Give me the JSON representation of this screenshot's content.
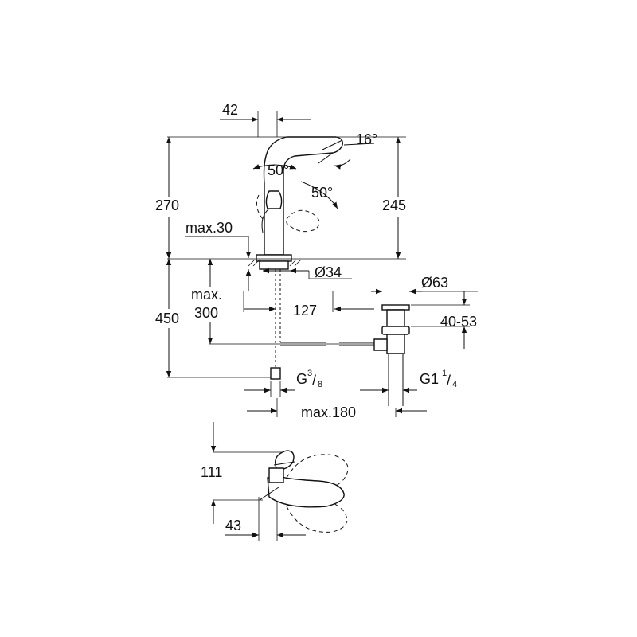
{
  "front_view": {
    "spout_offset": "42",
    "spout_angle": "16°",
    "lever_angle_left": "50°",
    "lever_angle_right": "50°",
    "total_height": "270",
    "spout_height": "245",
    "max_deck_thickness": "max.30",
    "hole_diameter": "Ø34"
  },
  "installation": {
    "hose_length": "450",
    "max_depth_line1": "max.",
    "max_depth_line2": "300",
    "waste_offset": "127",
    "waste_diameter": "Ø63",
    "waste_range": "40-53",
    "inlet_thread_base": "G",
    "inlet_thread_num": "3",
    "inlet_thread_den": "8",
    "waste_thread_base": "G1",
    "waste_thread_num": "1",
    "waste_thread_den": "4",
    "max_distance": "max.180"
  },
  "top_view": {
    "lever_height": "111",
    "lever_offset": "43"
  }
}
